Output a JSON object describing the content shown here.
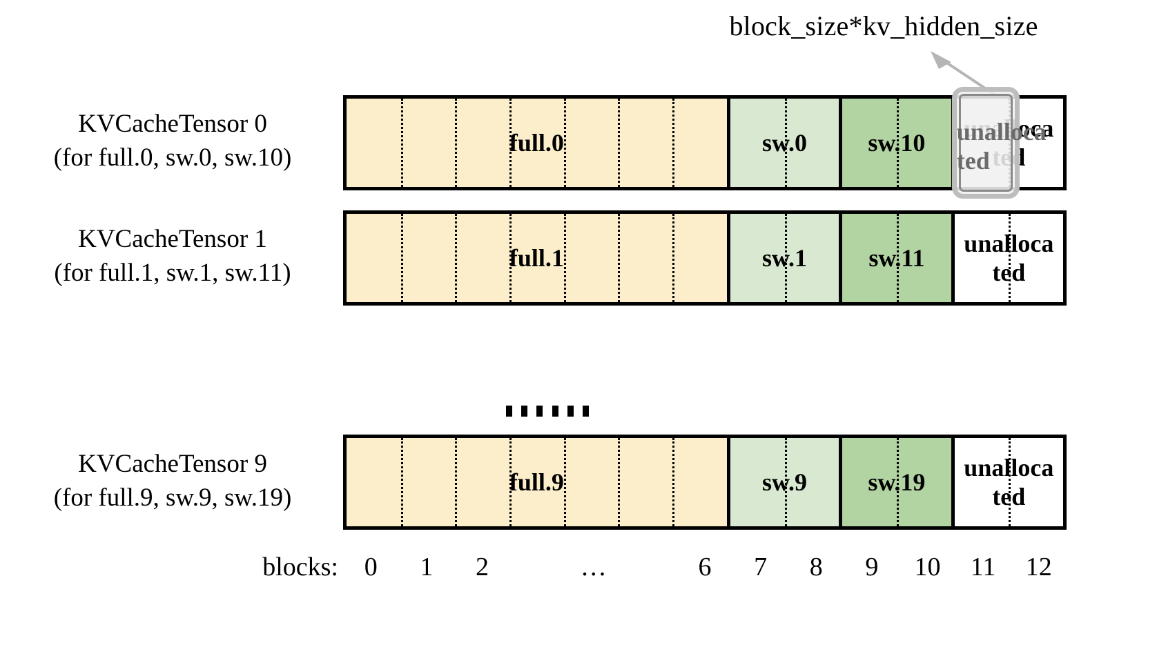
{
  "annotation": {
    "text": "block_size*kv_hidden_size",
    "arrow_color": "#b5b5b5",
    "target_block_index": 11
  },
  "palette": {
    "full_fill": "#fceecb",
    "sw_light_fill": "#d9e8d0",
    "sw_dark_fill": "#b2d3a2",
    "unallocated_fill": "#ffffff",
    "outline": "#000000",
    "highlight_border": "#bdbdbd",
    "highlight_text": "#6b6b6b"
  },
  "rows": [
    {
      "label_line1": "KVCacheTensor 0",
      "label_line2": "(for full.0, sw.0, sw.10)",
      "cells": [
        {
          "label": "full.0",
          "kind": "full",
          "blocks": 7,
          "fill": "#fceecb"
        },
        {
          "label": "sw.0",
          "kind": "sw-light",
          "blocks": 2,
          "fill": "#d9e8d0"
        },
        {
          "label": "sw.10",
          "kind": "sw-dark",
          "blocks": 2,
          "fill": "#b2d3a2"
        },
        {
          "label": "unalloca\nted",
          "kind": "unallocated",
          "blocks": 2,
          "fill": "#ffffff"
        }
      ],
      "highlighted": true
    },
    {
      "label_line1": "KVCacheTensor 1",
      "label_line2": "(for full.1, sw.1, sw.11)",
      "cells": [
        {
          "label": "full.1",
          "kind": "full",
          "blocks": 7,
          "fill": "#fceecb"
        },
        {
          "label": "sw.1",
          "kind": "sw-light",
          "blocks": 2,
          "fill": "#d9e8d0"
        },
        {
          "label": "sw.11",
          "kind": "sw-dark",
          "blocks": 2,
          "fill": "#b2d3a2"
        },
        {
          "label": "unalloca\nted",
          "kind": "unallocated",
          "blocks": 2,
          "fill": "#ffffff"
        }
      ],
      "highlighted": false
    },
    {
      "label_line1": "KVCacheTensor 9",
      "label_line2": "(for full.9, sw.9, sw.19)",
      "cells": [
        {
          "label": "full.9",
          "kind": "full",
          "blocks": 7,
          "fill": "#fceecb"
        },
        {
          "label": "sw.9",
          "kind": "sw-light",
          "blocks": 2,
          "fill": "#d9e8d0"
        },
        {
          "label": "sw.19",
          "kind": "sw-dark",
          "blocks": 2,
          "fill": "#b2d3a2"
        },
        {
          "label": "unalloca\nted",
          "kind": "unallocated",
          "blocks": 2,
          "fill": "#ffffff"
        }
      ],
      "highlighted": false
    }
  ],
  "ellipsis": {
    "dot_count": 6
  },
  "axis": {
    "title": "blocks:",
    "ticks": [
      "0",
      "1",
      "2",
      "…",
      "6",
      "7",
      "8",
      "9",
      "10",
      "11",
      "12"
    ]
  }
}
